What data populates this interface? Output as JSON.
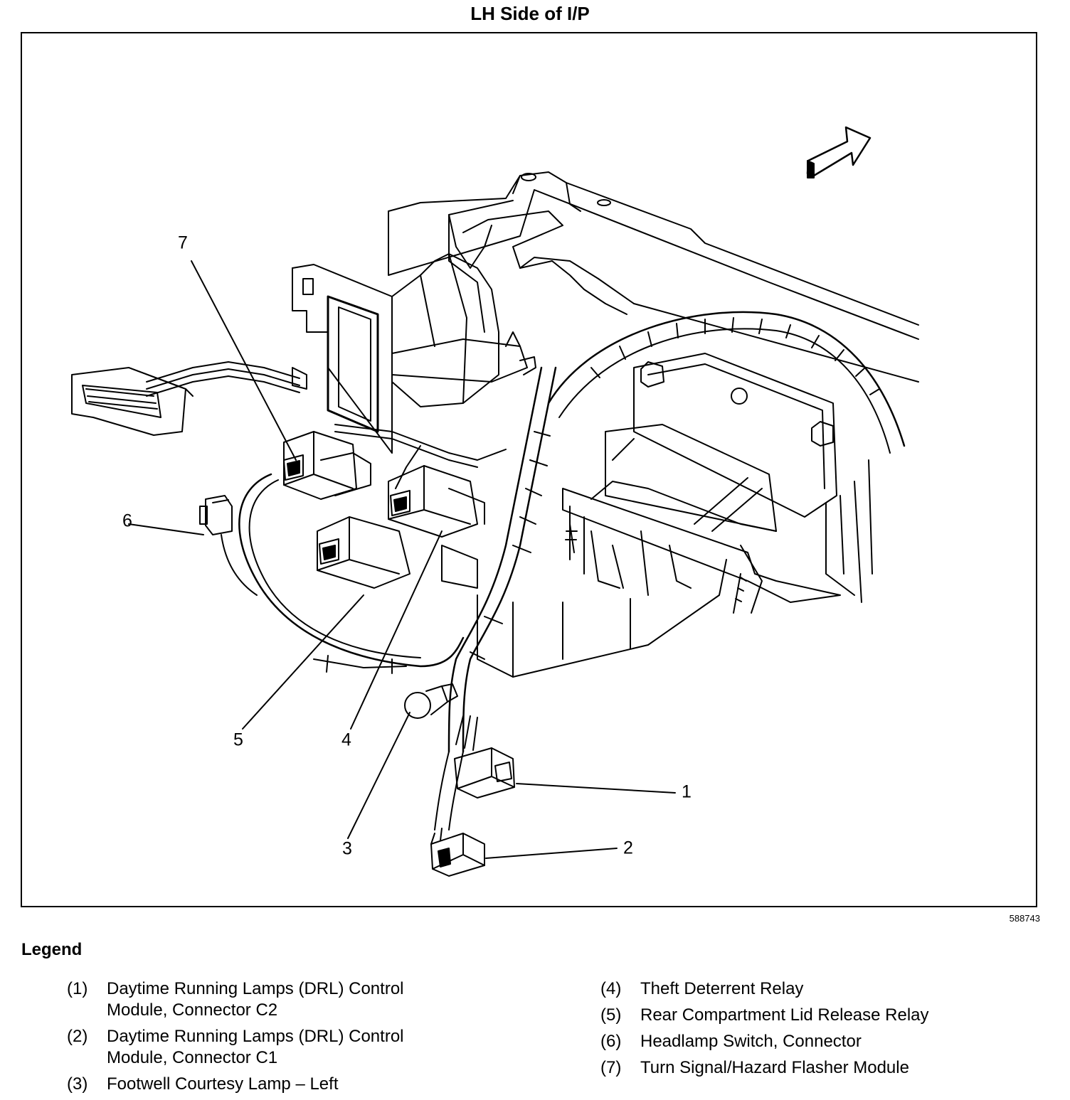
{
  "title": "LH Side of I/P",
  "figure_id": "588743",
  "callouts": {
    "c1": "1",
    "c2": "2",
    "c3": "3",
    "c4": "4",
    "c5": "5",
    "c6": "6",
    "c7": "7"
  },
  "legend": {
    "title": "Legend",
    "items": [
      {
        "num": "(1)",
        "text": "Daytime Running Lamps (DRL) Control Module, Connector C2"
      },
      {
        "num": "(2)",
        "text": "Daytime Running Lamps (DRL) Control Module, Connector C1"
      },
      {
        "num": "(3)",
        "text": "Footwell Courtesy Lamp – Left"
      },
      {
        "num": "(4)",
        "text": "Theft Deterrent Relay"
      },
      {
        "num": "(5)",
        "text": "Rear Compartment Lid Release Relay"
      },
      {
        "num": "(6)",
        "text": "Headlamp Switch, Connector"
      },
      {
        "num": "(7)",
        "text": "Turn Signal/Hazard Flasher Module"
      }
    ]
  }
}
